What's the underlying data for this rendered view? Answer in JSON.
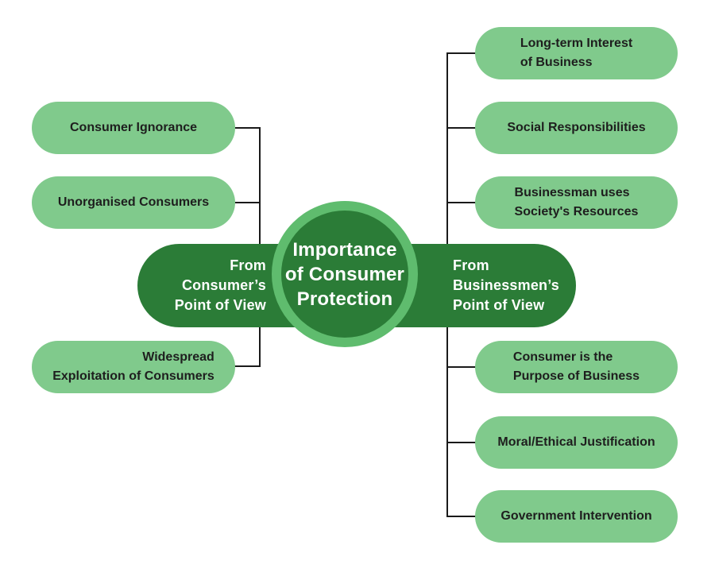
{
  "diagram": {
    "title": "Importance of Consumer Protection",
    "center": {
      "lines": [
        "Importance",
        "of Consumer",
        "Protection"
      ]
    },
    "left_branch": {
      "label": "From Consumer’s Point of View",
      "label_lines": [
        "From",
        "Consumer’s",
        "Point of View"
      ],
      "items": [
        {
          "label": "Consumer Ignorance",
          "lines": [
            "Consumer Ignorance"
          ]
        },
        {
          "label": "Unorganised Consumers",
          "lines": [
            "Unorganised Consumers"
          ]
        },
        {
          "label": "Widespread Exploitation of Consumers",
          "lines": [
            "Widespread",
            "Exploitation of Consumers"
          ]
        }
      ]
    },
    "right_branch": {
      "label": "From Businessmen’s Point of View",
      "label_lines": [
        "From",
        "Businessmen’s",
        "Point of View"
      ],
      "items": [
        {
          "label": "Long-term Interest of Business",
          "lines": [
            "Long-term Interest",
            "of Business"
          ]
        },
        {
          "label": "Social Responsibilities",
          "lines": [
            "Social Responsibilities"
          ]
        },
        {
          "label": "Businessman uses Society's Resources",
          "lines": [
            "Businessman uses",
            "Society's Resources"
          ]
        },
        {
          "label": "Consumer is the Purpose of Business",
          "lines": [
            "Consumer is the",
            "Purpose of Business"
          ]
        },
        {
          "label": "Moral/Ethical Justification",
          "lines": [
            "Moral/Ethical Justification"
          ]
        },
        {
          "label": "Government Intervention",
          "lines": [
            "Government Intervention"
          ]
        }
      ]
    },
    "colors": {
      "dark_green": "#2b7c37",
      "ring_green": "#5fbc6e",
      "light_green": "#80ca8c",
      "line_color": "#1a1a1a",
      "text_dark": "#1e1e1e",
      "text_light": "#ffffff"
    }
  }
}
